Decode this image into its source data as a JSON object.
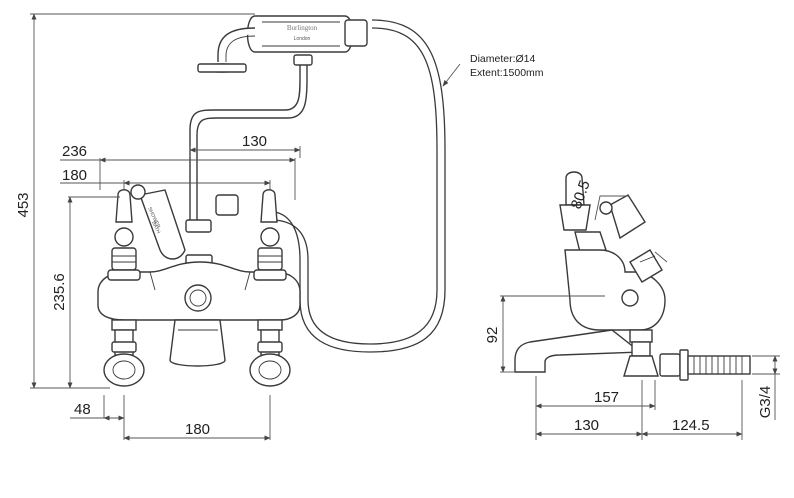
{
  "front_view": {
    "dim_height_total": "453",
    "dim_height_mid": "235.6",
    "dim_width_total": "236",
    "dim_width_handles": "180",
    "dim_outlet_offset": "48",
    "dim_centres": "180",
    "dim_hose_offset": "130",
    "handset_brand": "Burlington",
    "handset_city": "London",
    "diverter_label_1": "SHOWER",
    "diverter_label_2": "BATH"
  },
  "hose_note": {
    "diameter": "Diameter:Ø14",
    "extent": "Extent:1500mm"
  },
  "side_view": {
    "dim_angle": "80.5",
    "dim_spout_height": "92",
    "dim_reach": "157",
    "dim_spout_length": "130",
    "dim_tail_length": "124.5",
    "dim_thread": "G3/4"
  }
}
